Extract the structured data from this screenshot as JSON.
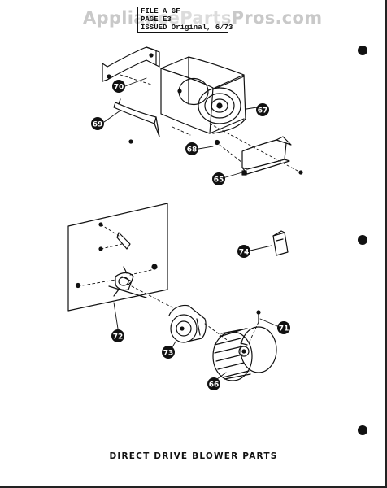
{
  "watermark": "AppliancePartsPros.com",
  "stamp": {
    "line1": "FILE  A GF",
    "line2": "PAGE  E3",
    "line3": "ISSUED Original, 6/73"
  },
  "caption": "DIRECT DRIVE BLOWER PARTS",
  "callouts": [
    {
      "id": "70",
      "part": "upper-bracket"
    },
    {
      "id": "67",
      "part": "blower-housing"
    },
    {
      "id": "69",
      "part": "shield"
    },
    {
      "id": "68",
      "part": "grommet"
    },
    {
      "id": "65",
      "part": "bottom-bracket-nut"
    },
    {
      "id": "74",
      "part": "capacitor"
    },
    {
      "id": "72",
      "part": "mounting-plate"
    },
    {
      "id": "71",
      "part": "set-screw"
    },
    {
      "id": "73",
      "part": "motor"
    },
    {
      "id": "66",
      "part": "blower-wheel"
    }
  ]
}
